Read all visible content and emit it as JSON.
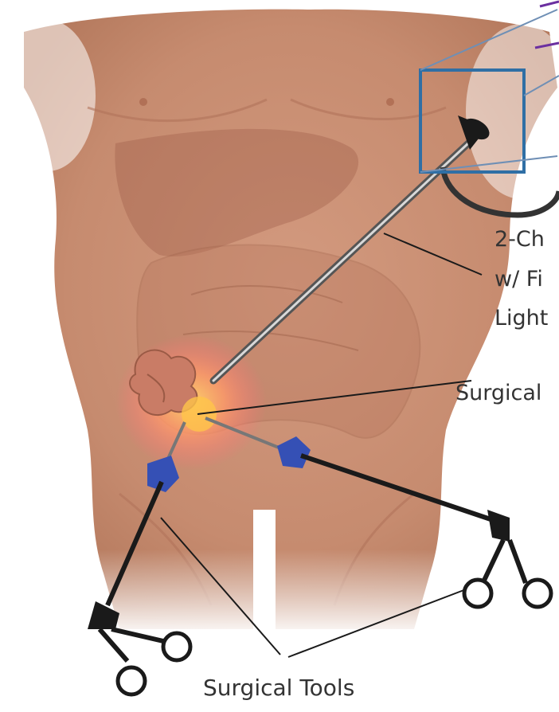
{
  "labels": {
    "scope_line1": "2-Ch",
    "scope_line2": "w/ Fi",
    "scope_line3": "Light",
    "surgical_site": "Surgical",
    "surgical_tools": "Surgical Tools"
  },
  "colors": {
    "skin": "#c68b6f",
    "skin_dark": "#a66a50",
    "callout_box": "#2f6fa5",
    "pointer_line": "#1a1a1a",
    "port": "#3550b5",
    "glow": "#ff8a4a",
    "purple_line": "#6b2fa0"
  },
  "icons": [
    "endoscope-icon",
    "forceps-icon",
    "trocar-port-icon"
  ]
}
